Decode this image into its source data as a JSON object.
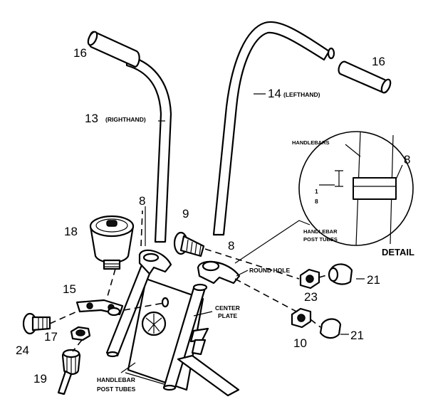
{
  "callouts": {
    "grip_right": "16",
    "grip_left": "16",
    "handlebar_right_num": "13",
    "handlebar_right_text": "(RIGHTHAND)",
    "handlebar_left_num": "14",
    "handlebar_left_text": "(LEFTHAND)",
    "clamp_right": "8",
    "clamp_left": "8",
    "clamp_detail": "8",
    "bolt_top": "9",
    "meter": "18",
    "bracket": "15",
    "bolt_lower": "24",
    "nut_lower": "17",
    "knob": "19",
    "nut_upper": "23",
    "cap_upper": "21",
    "nut_right": "10",
    "cap_right": "21"
  },
  "labels": {
    "round_hole": "ROUND HOLE",
    "center_plate_1": "CENTER",
    "center_plate_2": "PLATE",
    "post_tubes_1": "HANDLEBAR",
    "post_tubes_2": "POST TUBES"
  },
  "detail": {
    "handlebars": "HANDLEBARS",
    "fraction_num": "1",
    "fraction_den": "8",
    "post_tubes_1": "HANDLEBAR",
    "post_tubes_2": "POST TUBES",
    "title": "DETAIL"
  }
}
